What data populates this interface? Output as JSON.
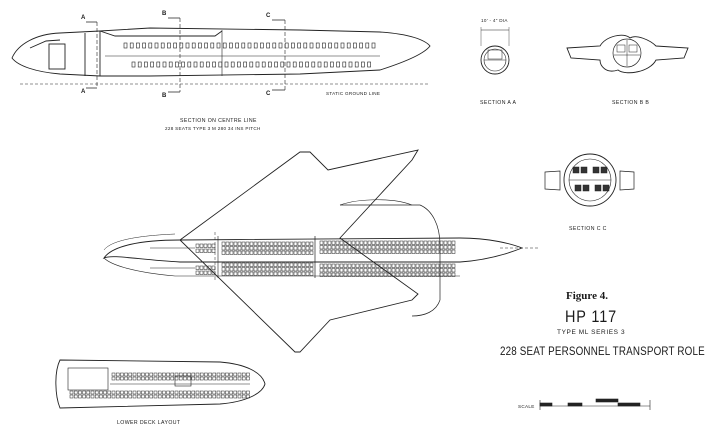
{
  "section_markers": {
    "A": "A",
    "B": "B",
    "C": "C"
  },
  "side_view": {
    "caption": "SECTION ON CENTRE LINE",
    "subcaption": "228 SEATS TYPE 3 M 280 34 INS PITCH",
    "ground_line_label": "STATIC GROUND LINE"
  },
  "sections": {
    "aa_label": "SECTION A A",
    "bb_label": "SECTION B B",
    "cc_label": "SECTION C C",
    "aa_dimension": "10' - 4\" DIA"
  },
  "lower_deck_label": "LOWER DECK LAYOUT",
  "title_block": {
    "figure": "Figure 4.",
    "aircraft": "HP 117",
    "type_line": "TYPE ML SERIES 3",
    "role": "228 SEAT PERSONNEL TRANSPORT ROLE"
  },
  "scale_label": "SCALE"
}
